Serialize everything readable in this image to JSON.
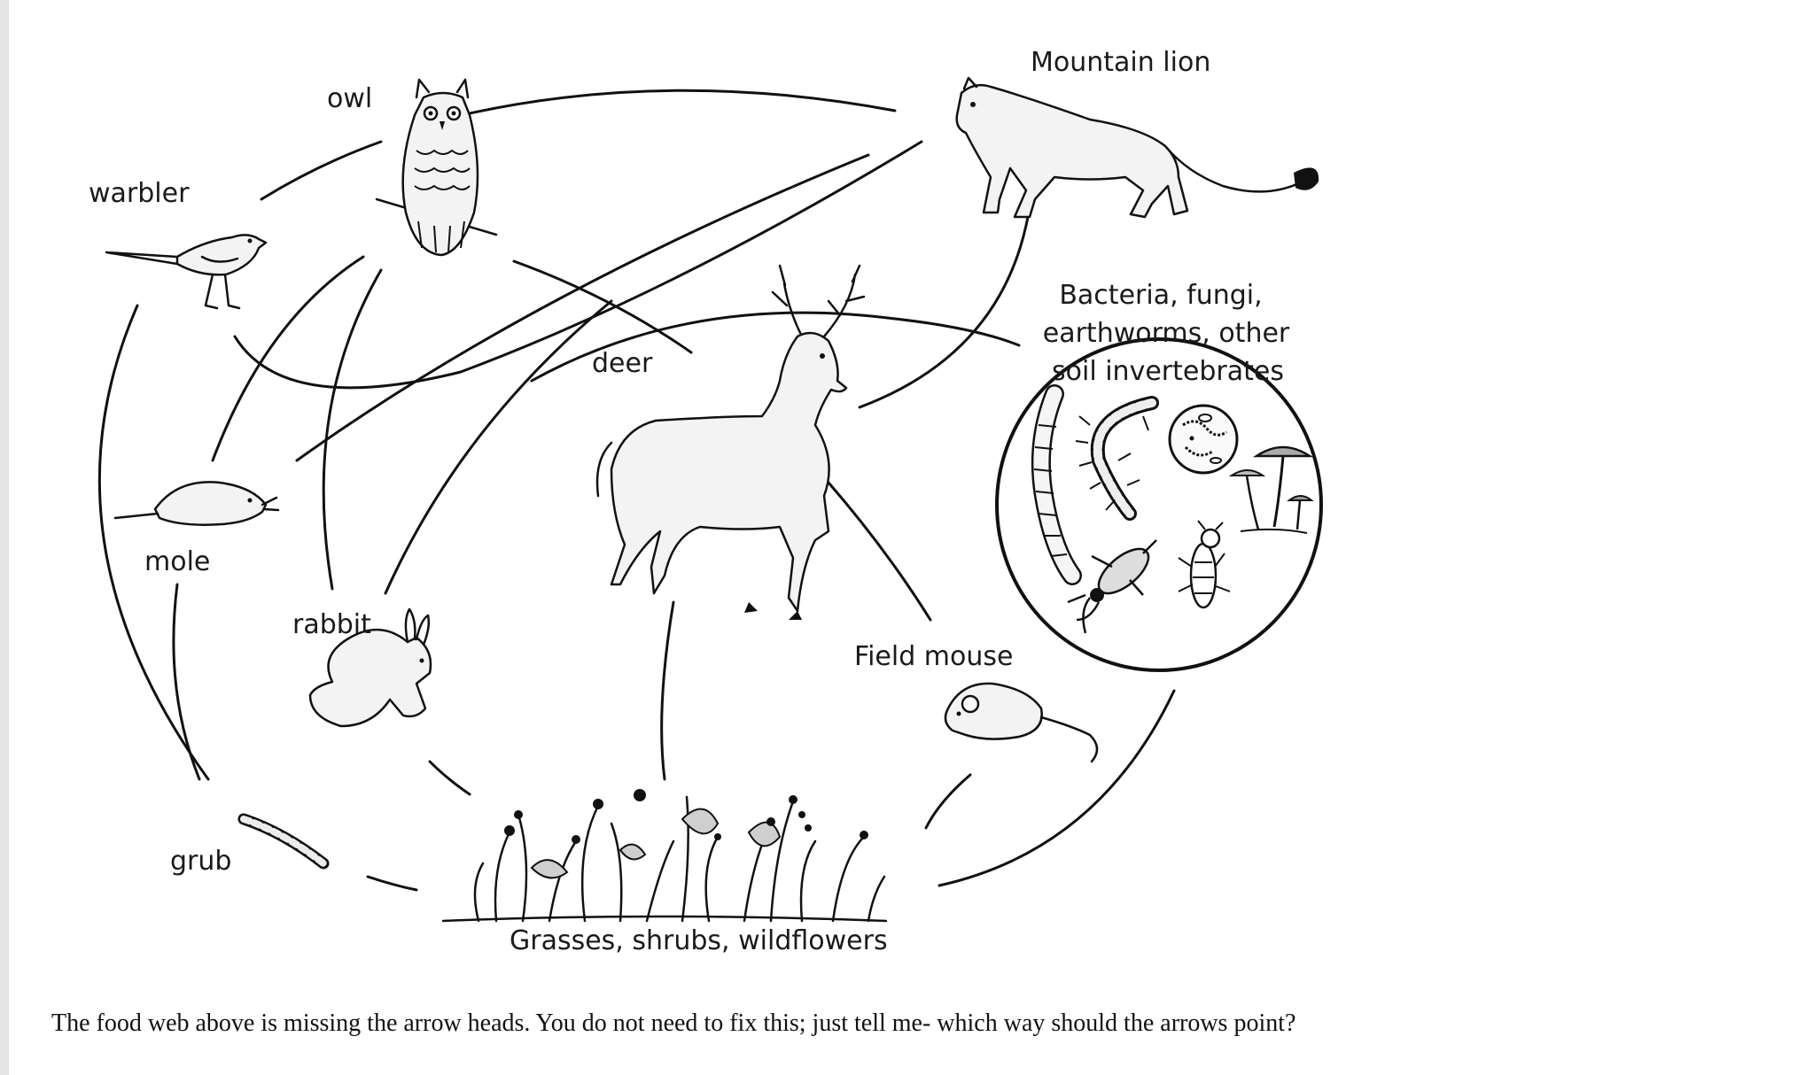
{
  "diagram": {
    "labels": {
      "owl": "owl",
      "warbler": "warbler",
      "mountain_lion": "Mountain lion",
      "decomposers_line1": "Bacteria, fungi,",
      "decomposers_line2": "earthworms, other",
      "decomposers_line3": "soil invertebrates",
      "deer": "deer",
      "mole": "mole",
      "rabbit": "rabbit",
      "field_mouse": "Field mouse",
      "grub": "grub",
      "plants": "Grasses, shrubs, wildflowers"
    }
  },
  "question": "The food web above is missing the arrow heads. You do not need to fix this; just tell me- which way should the arrows point?"
}
